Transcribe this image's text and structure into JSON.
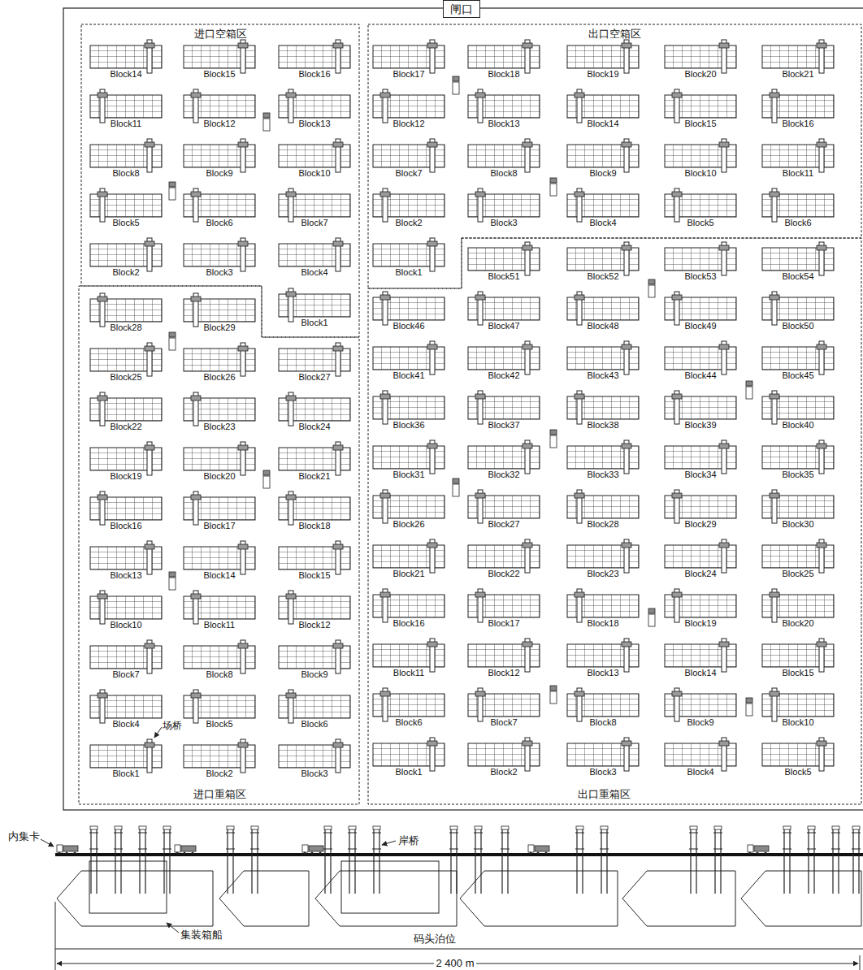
{
  "diagram": {
    "nodes": [
      {
        "text": [
          "闸口"
        ]
      },
      {
        "text": [
          "进口空箱区"
        ]
      },
      {
        "text": [
          "Block14"
        ],
        "in": 1
      },
      {
        "text": [
          "Block15"
        ],
        "in": 1
      },
      {
        "text": [
          "Block16"
        ],
        "in": 1
      },
      {
        "text": [
          "Block11"
        ],
        "in": 1
      },
      {
        "text": [
          "Block12"
        ],
        "in": 1
      },
      {
        "text": [
          "Block13"
        ],
        "in": 1
      },
      {
        "text": [
          "Block8"
        ],
        "in": 1
      },
      {
        "text": [
          "Block9"
        ],
        "in": 1
      },
      {
        "text": [
          "Block10"
        ],
        "in": 1
      },
      {
        "text": [
          "Block5"
        ],
        "in": 1
      },
      {
        "text": [
          "Block6"
        ],
        "in": 1
      },
      {
        "text": [
          "Block7"
        ],
        "in": 1
      },
      {
        "text": [
          "Block2"
        ],
        "in": 1
      },
      {
        "text": [
          "Block3"
        ],
        "in": 1
      },
      {
        "text": [
          "Block4"
        ],
        "in": 1
      },
      {
        "text": [
          "Block1"
        ],
        "in": 1
      },
      {
        "text": [
          "出口空箱区"
        ]
      },
      {
        "text": [
          "Block17"
        ],
        "in": 18
      },
      {
        "text": [
          "Block18"
        ],
        "in": 18
      },
      {
        "text": [
          "Block19"
        ],
        "in": 18
      },
      {
        "text": [
          "Block20"
        ],
        "in": 18
      },
      {
        "text": [
          "Block21"
        ],
        "in": 18
      },
      {
        "text": [
          "Block12"
        ],
        "in": 18
      },
      {
        "text": [
          "Block13"
        ],
        "in": 18
      },
      {
        "text": [
          "Block14"
        ],
        "in": 18
      },
      {
        "text": [
          "Block15"
        ],
        "in": 18
      },
      {
        "text": [
          "Block16"
        ],
        "in": 18
      },
      {
        "text": [
          "Block7"
        ],
        "in": 18
      },
      {
        "text": [
          "Block8"
        ],
        "in": 18
      },
      {
        "text": [
          "Block9"
        ],
        "in": 18
      },
      {
        "text": [
          "Block10"
        ],
        "in": 18
      },
      {
        "text": [
          "Block11"
        ],
        "in": 18
      },
      {
        "text": [
          "Block2"
        ],
        "in": 18
      },
      {
        "text": [
          "Block3"
        ],
        "in": 18
      },
      {
        "text": [
          "Block4"
        ],
        "in": 18
      },
      {
        "text": [
          "Block5"
        ],
        "in": 18
      },
      {
        "text": [
          "Block6"
        ],
        "in": 18
      },
      {
        "text": [
          "Block1"
        ],
        "in": 18
      },
      {
        "text": [
          "进口重箱区"
        ]
      },
      {
        "text": [
          "Block28"
        ],
        "in": 40
      },
      {
        "text": [
          "Block29"
        ],
        "in": 40
      },
      {
        "text": [
          "Block25"
        ],
        "in": 40
      },
      {
        "text": [
          "Block26"
        ],
        "in": 40
      },
      {
        "text": [
          "Block27"
        ],
        "in": 40
      },
      {
        "text": [
          "Block22"
        ],
        "in": 40
      },
      {
        "text": [
          "Block23"
        ],
        "in": 40
      },
      {
        "text": [
          "Block24"
        ],
        "in": 40
      },
      {
        "text": [
          "Block19"
        ],
        "in": 40
      },
      {
        "text": [
          "Block20"
        ],
        "in": 40
      },
      {
        "text": [
          "Block21"
        ],
        "in": 40
      },
      {
        "text": [
          "Block16"
        ],
        "in": 40
      },
      {
        "text": [
          "Block17"
        ],
        "in": 40
      },
      {
        "text": [
          "Block18"
        ],
        "in": 40
      },
      {
        "text": [
          "Block13"
        ],
        "in": 40
      },
      {
        "text": [
          "Block14"
        ],
        "in": 40
      },
      {
        "text": [
          "Block15"
        ],
        "in": 40
      },
      {
        "text": [
          "Block10"
        ],
        "in": 40
      },
      {
        "text": [
          "Block11"
        ],
        "in": 40
      },
      {
        "text": [
          "Block12"
        ],
        "in": 40
      },
      {
        "text": [
          "Block7"
        ],
        "in": 40
      },
      {
        "text": [
          "Block8"
        ],
        "in": 40
      },
      {
        "text": [
          "Block9"
        ],
        "in": 40
      },
      {
        "text": [
          "Block4"
        ],
        "in": 40
      },
      {
        "text": [
          "Block5"
        ],
        "in": 40
      },
      {
        "text": [
          "Block6"
        ],
        "in": 40
      },
      {
        "text": [
          "Block1"
        ],
        "in": 40
      },
      {
        "text": [
          "Block2"
        ],
        "in": 40
      },
      {
        "text": [
          "Block3"
        ],
        "in": 40
      },
      {
        "text": [
          "出口重箱区"
        ]
      },
      {
        "text": [
          "Block51"
        ],
        "in": 70
      },
      {
        "text": [
          "Block52"
        ],
        "in": 70
      },
      {
        "text": [
          "Block53"
        ],
        "in": 70
      },
      {
        "text": [
          "Block54"
        ],
        "in": 70
      },
      {
        "text": [
          "Block46"
        ],
        "in": 70
      },
      {
        "text": [
          "Block47"
        ],
        "in": 70
      },
      {
        "text": [
          "Block48"
        ],
        "in": 70
      },
      {
        "text": [
          "Block49"
        ],
        "in": 70
      },
      {
        "text": [
          "Block50"
        ],
        "in": 70
      },
      {
        "text": [
          "Block41"
        ],
        "in": 70
      },
      {
        "text": [
          "Block42"
        ],
        "in": 70
      },
      {
        "text": [
          "Block43"
        ],
        "in": 70
      },
      {
        "text": [
          "Block44"
        ],
        "in": 70
      },
      {
        "text": [
          "Block45"
        ],
        "in": 70
      },
      {
        "text": [
          "Block36"
        ],
        "in": 70
      },
      {
        "text": [
          "Block37"
        ],
        "in": 70
      },
      {
        "text": [
          "Block38"
        ],
        "in": 70
      },
      {
        "text": [
          "Block39"
        ],
        "in": 70
      },
      {
        "text": [
          "Block40"
        ],
        "in": 70
      },
      {
        "text": [
          "Block31"
        ],
        "in": 70
      },
      {
        "text": [
          "Block32"
        ],
        "in": 70
      },
      {
        "text": [
          "Block33"
        ],
        "in": 70
      },
      {
        "text": [
          "Block34"
        ],
        "in": 70
      },
      {
        "text": [
          "Block35"
        ],
        "in": 70
      },
      {
        "text": [
          "Block26"
        ],
        "in": 70
      },
      {
        "text": [
          "Block27"
        ],
        "in": 70
      },
      {
        "text": [
          "Block28"
        ],
        "in": 70
      },
      {
        "text": [
          "Block29"
        ],
        "in": 70
      },
      {
        "text": [
          "Block30"
        ],
        "in": 70
      },
      {
        "text": [
          "Block21"
        ],
        "in": 70
      },
      {
        "text": [
          "Block22"
        ],
        "in": 70
      },
      {
        "text": [
          "Block23"
        ],
        "in": 70
      },
      {
        "text": [
          "Block24"
        ],
        "in": 70
      },
      {
        "text": [
          "Block25"
        ],
        "in": 70
      },
      {
        "text": [
          "Block16"
        ],
        "in": 70
      },
      {
        "text": [
          "Block17"
        ],
        "in": 70
      },
      {
        "text": [
          "Block18"
        ],
        "in": 70
      },
      {
        "text": [
          "Block19"
        ],
        "in": 70
      },
      {
        "text": [
          "Block20"
        ],
        "in": 70
      },
      {
        "text": [
          "Block11"
        ],
        "in": 70
      },
      {
        "text": [
          "Block12"
        ],
        "in": 70
      },
      {
        "text": [
          "Block13"
        ],
        "in": 70
      },
      {
        "text": [
          "Block14"
        ],
        "in": 70
      },
      {
        "text": [
          "Block15"
        ],
        "in": 70
      },
      {
        "text": [
          "Block6"
        ],
        "in": 70
      },
      {
        "text": [
          "Block7"
        ],
        "in": 70
      },
      {
        "text": [
          "Block8"
        ],
        "in": 70
      },
      {
        "text": [
          "Block9"
        ],
        "in": 70
      },
      {
        "text": [
          "Block10"
        ],
        "in": 70
      },
      {
        "text": [
          "Block1"
        ],
        "in": 70
      },
      {
        "text": [
          "Block2"
        ],
        "in": 70
      },
      {
        "text": [
          "Block3"
        ],
        "in": 70
      },
      {
        "text": [
          "Block4"
        ],
        "in": 70
      },
      {
        "text": [
          "Block5"
        ],
        "in": 70
      }
    ],
    "labels": [
      "内集卡",
      "岸桥",
      "集装箱船",
      "码头泊位",
      "2 400 m",
      "场桥"
    ]
  }
}
